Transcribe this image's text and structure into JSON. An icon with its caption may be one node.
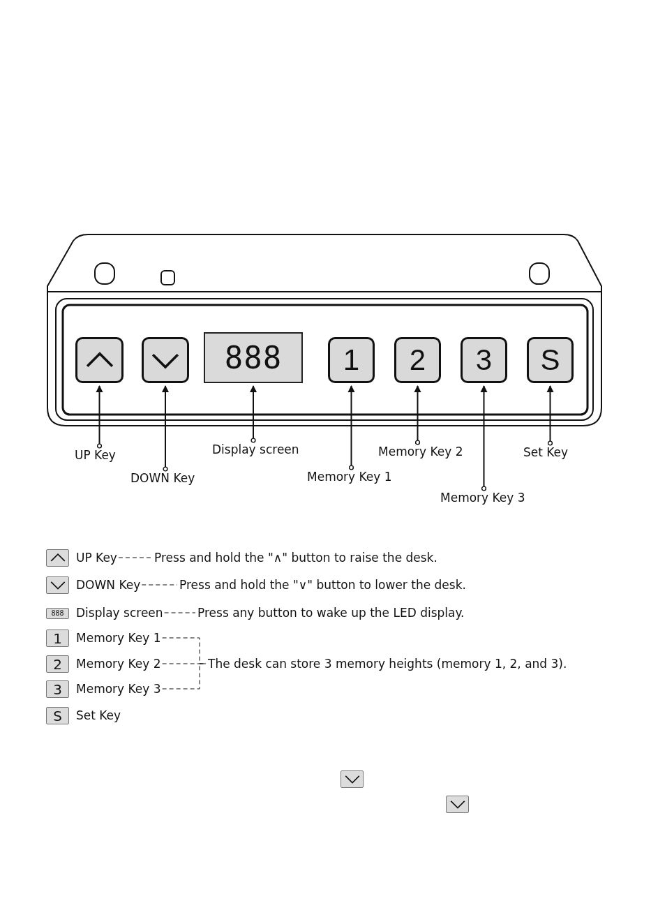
{
  "diagram": {
    "nodes": [
      {
        "text": [],
        "shape": "box"
      },
      {
        "text": [],
        "shape": "box"
      },
      {
        "text": [
          "888"
        ]
      },
      {
        "text": [
          "1"
        ]
      },
      {
        "text": [
          "2"
        ]
      },
      {
        "text": [
          "3"
        ]
      },
      {
        "text": [
          "S"
        ]
      },
      {
        "text": [
          "UP Key"
        ]
      },
      {
        "text": [
          "DOWN Key"
        ]
      },
      {
        "text": [
          "Display screen"
        ]
      },
      {
        "text": [
          "Memory Key 1"
        ]
      },
      {
        "text": [
          "Memory Key 2"
        ]
      },
      {
        "text": [
          "Memory Key 3"
        ]
      },
      {
        "text": [
          "Set Key"
        ]
      },
      {
        "text": [
          "UP Key"
        ]
      },
      {
        "text": [
          "Press and hold the \"∧\" button to raise the desk."
        ]
      },
      {
        "text": [
          "DOWN Key"
        ]
      },
      {
        "text": [
          "Press and hold the \"∨\" button to lower the desk."
        ]
      },
      {
        "text": [
          "Display screen"
        ]
      },
      {
        "text": [
          "Press any button to wake up the LED display."
        ]
      },
      {
        "text": [
          "Memory Key 1"
        ]
      },
      {
        "text": [
          "Memory Key 2"
        ]
      },
      {
        "text": [
          "Memory Key 3"
        ]
      },
      {
        "text": [
          "The desk can store 3 memory heights (memory 1, 2, and 3)."
        ]
      },
      {
        "text": [
          "Set Key"
        ]
      }
    ],
    "edges": [
      {
        "from": 7,
        "to": 0,
        "arrow": "to"
      },
      {
        "from": 8,
        "to": 1,
        "arrow": "to"
      },
      {
        "from": 9,
        "to": 2,
        "arrow": "to"
      },
      {
        "from": 10,
        "to": 3,
        "arrow": "to"
      },
      {
        "from": 11,
        "to": 4,
        "arrow": "to"
      },
      {
        "from": 12,
        "to": 5,
        "arrow": "to"
      },
      {
        "from": 13,
        "to": 6,
        "arrow": "to"
      },
      {
        "from": 14,
        "to": 15,
        "arrow": "none",
        "style": "dashed"
      },
      {
        "from": 16,
        "to": 17,
        "arrow": "none",
        "style": "dashed"
      },
      {
        "from": 18,
        "to": 19,
        "arrow": "none",
        "style": "dashed"
      },
      {
        "from": 20,
        "to": 23,
        "arrow": "none",
        "style": "dashed"
      },
      {
        "from": 21,
        "to": 23,
        "arrow": "none",
        "style": "dashed"
      },
      {
        "from": 22,
        "to": 23,
        "arrow": "none",
        "style": "dashed"
      }
    ],
    "labels": [
      "888",
      "1",
      "2",
      "3",
      "S"
    ]
  }
}
